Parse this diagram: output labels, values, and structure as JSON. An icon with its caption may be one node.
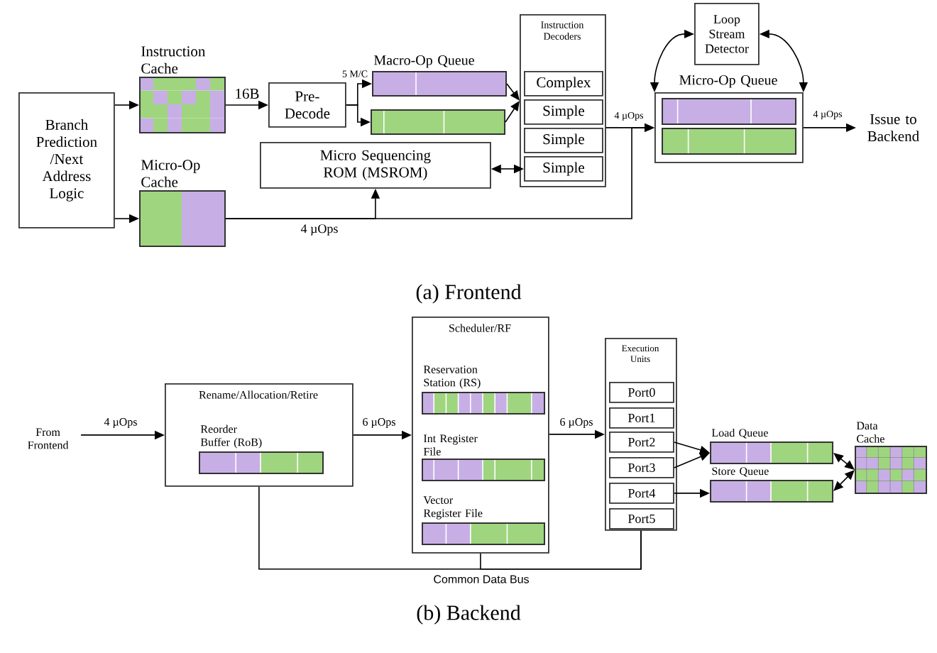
{
  "diagram": {
    "nodes": [
      {
        "text": [
          "Branch Prediction /Next Address Logic"
        ]
      },
      {
        "text": [
          "Instruction Cache"
        ]
      },
      {
        "text": [
          "Micro-Op Cache"
        ]
      },
      {
        "text": [
          "Pre-Decode"
        ]
      },
      {
        "text": [
          "Macro-Op Queue"
        ]
      },
      {
        "text": [],
        "shape": "bar"
      },
      {
        "text": [
          "Micro Sequencing ROM (MSROM)"
        ]
      },
      {
        "text": [
          "Instruction Decoders"
        ]
      },
      {
        "text": [
          "Complex"
        ],
        "in": 7
      },
      {
        "text": [
          "Simple"
        ],
        "in": 7
      },
      {
        "text": [
          "Simple"
        ],
        "in": 7
      },
      {
        "text": [
          "Simple"
        ],
        "in": 7
      },
      {
        "text": [
          "Loop Stream Detector"
        ]
      },
      {
        "text": [
          "Micro-Op Queue"
        ]
      },
      {
        "text": [],
        "shape": "bar",
        "in": 13
      },
      {
        "text": [],
        "shape": "bar",
        "in": 13
      },
      {
        "text": [
          "Issue to Backend"
        ]
      },
      {
        "text": [
          "From Frontend"
        ]
      },
      {
        "text": [
          "Rename/Allocation/Retire"
        ]
      },
      {
        "text": [
          "Reorder Buffer (RoB)"
        ],
        "in": 18
      },
      {
        "text": [
          "Scheduler/RF"
        ]
      },
      {
        "text": [
          "Reservation Station (RS)"
        ],
        "in": 20
      },
      {
        "text": [
          "Int Register File"
        ],
        "in": 20
      },
      {
        "text": [
          "Vector Register File"
        ],
        "in": 20
      },
      {
        "text": [
          "Execution Units"
        ]
      },
      {
        "text": [
          "Port0"
        ],
        "in": 24
      },
      {
        "text": [
          "Port1"
        ],
        "in": 24
      },
      {
        "text": [
          "Port2"
        ],
        "in": 24
      },
      {
        "text": [
          "Port3"
        ],
        "in": 24
      },
      {
        "text": [
          "Port4"
        ],
        "in": 24
      },
      {
        "text": [
          "Port5"
        ],
        "in": 24
      },
      {
        "text": [
          "Load Queue"
        ]
      },
      {
        "text": [
          "Store Queue"
        ]
      },
      {
        "text": [
          "Data Cache"
        ]
      }
    ],
    "edges": [
      {
        "from": 0,
        "to": 1,
        "arrow": "to"
      },
      {
        "from": 0,
        "to": 2,
        "arrow": "to"
      },
      {
        "from": 1,
        "to": 3,
        "arrow": "to",
        "label": "16B"
      },
      {
        "from": 3,
        "to": 4,
        "arrow": "to",
        "label": "5 M/C"
      },
      {
        "from": 3,
        "to": 5,
        "arrow": "to"
      },
      {
        "from": 4,
        "to": 7,
        "arrow": "to"
      },
      {
        "from": 5,
        "to": 7,
        "arrow": "to"
      },
      {
        "from": 6,
        "to": 11,
        "arrow": "both"
      },
      {
        "from": 7,
        "to": 13,
        "arrow": "to",
        "label": "4 µOps"
      },
      {
        "from": 2,
        "to": 13,
        "arrow": "to",
        "label": "4 µOps"
      },
      {
        "from": 2,
        "to": 6,
        "arrow": "to"
      },
      {
        "from": 12,
        "to": 13,
        "arrow": "both"
      },
      {
        "from": 12,
        "to": 13,
        "arrow": "both"
      },
      {
        "from": 13,
        "to": 16,
        "arrow": "to",
        "label": "4 µOps"
      },
      {
        "from": 17,
        "to": 18,
        "arrow": "to",
        "label": "4 µOps"
      },
      {
        "from": 18,
        "to": 20,
        "arrow": "to",
        "label": "6 µOps"
      },
      {
        "from": 20,
        "to": 24,
        "arrow": "to",
        "label": "6 µOps"
      },
      {
        "from": 27,
        "to": 31,
        "arrow": "to"
      },
      {
        "from": 28,
        "to": 31,
        "arrow": "to"
      },
      {
        "from": 29,
        "to": 32,
        "arrow": "to"
      },
      {
        "from": 31,
        "to": 33,
        "arrow": "both"
      },
      {
        "from": 32,
        "to": 33,
        "arrow": "both"
      },
      {
        "from": 18,
        "to": 24,
        "arrow": "none",
        "label": "Common Data Bus"
      },
      {
        "from": 20,
        "to": 24,
        "arrow": "none"
      }
    ],
    "labels": [
      "(a) Frontend",
      "(b) Backend"
    ]
  }
}
